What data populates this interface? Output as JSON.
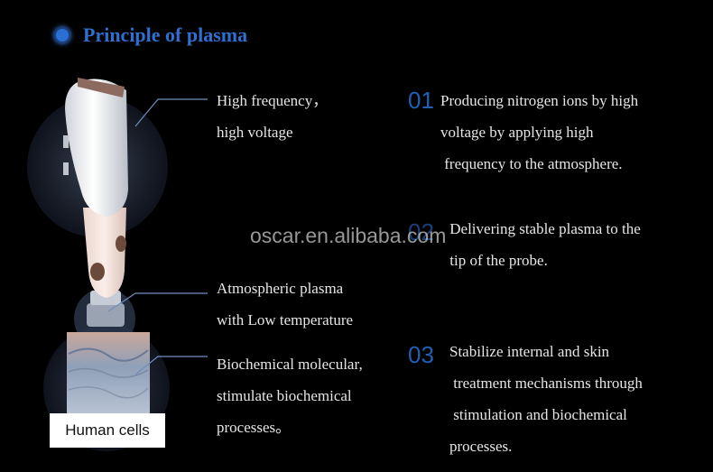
{
  "title": "Principle of plasma",
  "left_labels": {
    "label_1": "High frequency，\nhigh voltage",
    "label_2": "Atmospheric plasma\nwith Low temperature",
    "label_3": "Biochemical molecular,\nstimulate biochemical\nprocesses。"
  },
  "steps": [
    {
      "number": "01",
      "text": "Producing nitrogen ions by high\nvoltage by applying high\n frequency to the atmosphere."
    },
    {
      "number": "02",
      "text": " Delivering stable plasma to the\n tip of the probe."
    },
    {
      "number": "03",
      "text": "Stabilize internal and skin\n treatment mechanisms through\n stimulation and biochemical\nprocesses."
    }
  ],
  "watermark": "oscar.en.alibaba.com",
  "caption": "Human cells",
  "colors": {
    "accent": "#2f6fd0",
    "number": "#1f5fb5",
    "background": "#000000"
  }
}
